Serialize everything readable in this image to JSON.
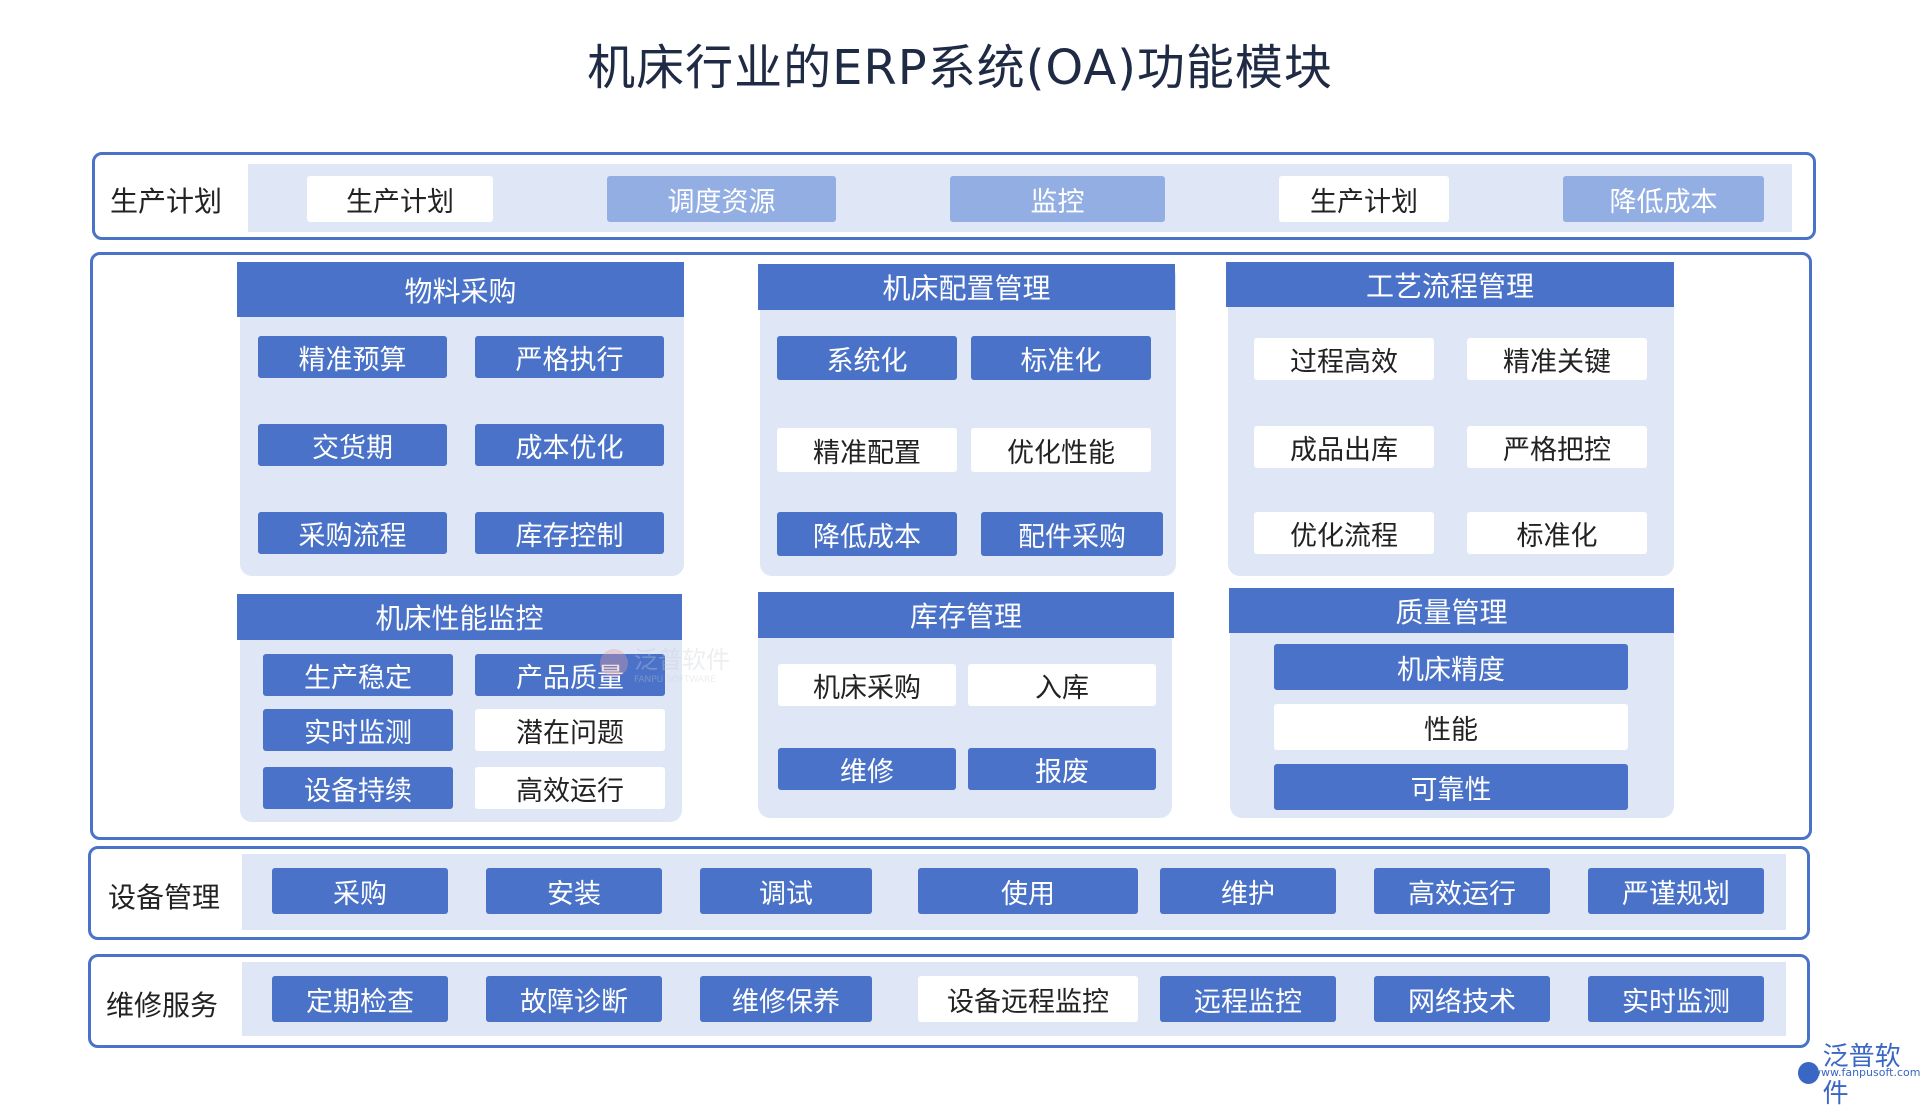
{
  "title": "机床行业的ERP系统(OA)功能模块",
  "rows": {
    "production": {
      "label": "生产计划",
      "items": [
        {
          "text": "生产计划",
          "style": "light"
        },
        {
          "text": "调度资源",
          "style": "mid"
        },
        {
          "text": "监控",
          "style": "mid"
        },
        {
          "text": "生产计划",
          "style": "light"
        },
        {
          "text": "降低成本",
          "style": "mid"
        }
      ]
    },
    "equipment": {
      "label": "设备管理",
      "items": [
        {
          "text": "采购",
          "style": "dark"
        },
        {
          "text": "安装",
          "style": "dark"
        },
        {
          "text": "调试",
          "style": "dark"
        },
        {
          "text": "使用",
          "style": "dark"
        },
        {
          "text": "维护",
          "style": "dark"
        },
        {
          "text": "高效运行",
          "style": "dark"
        },
        {
          "text": "严谨规划",
          "style": "dark"
        }
      ]
    },
    "service": {
      "label": "维修服务",
      "items": [
        {
          "text": "定期检查",
          "style": "dark"
        },
        {
          "text": "故障诊断",
          "style": "dark"
        },
        {
          "text": "维修保养",
          "style": "dark"
        },
        {
          "text": "设备远程监控",
          "style": "light"
        },
        {
          "text": "远程监控",
          "style": "dark"
        },
        {
          "text": "网络技术",
          "style": "dark"
        },
        {
          "text": "实时监测",
          "style": "dark"
        }
      ]
    }
  },
  "modules": [
    {
      "title": "物料采购",
      "items": [
        {
          "text": "精准预算",
          "style": "dark"
        },
        {
          "text": "严格执行",
          "style": "dark"
        },
        {
          "text": "交货期",
          "style": "dark"
        },
        {
          "text": "成本优化",
          "style": "dark"
        },
        {
          "text": "采购流程",
          "style": "dark"
        },
        {
          "text": "库存控制",
          "style": "dark"
        }
      ]
    },
    {
      "title": "机床配置管理",
      "items": [
        {
          "text": "系统化",
          "style": "dark"
        },
        {
          "text": "标准化",
          "style": "dark"
        },
        {
          "text": "精准配置",
          "style": "light"
        },
        {
          "text": "优化性能",
          "style": "light"
        },
        {
          "text": "降低成本",
          "style": "dark"
        },
        {
          "text": "配件采购",
          "style": "dark"
        }
      ]
    },
    {
      "title": "工艺流程管理",
      "items": [
        {
          "text": "过程高效",
          "style": "light"
        },
        {
          "text": "精准关键",
          "style": "light"
        },
        {
          "text": "成品出库",
          "style": "light"
        },
        {
          "text": "严格把控",
          "style": "light"
        },
        {
          "text": "优化流程",
          "style": "light"
        },
        {
          "text": "标准化",
          "style": "light"
        }
      ]
    },
    {
      "title": "机床性能监控",
      "items": [
        {
          "text": "生产稳定",
          "style": "dark"
        },
        {
          "text": "产品质量",
          "style": "dark"
        },
        {
          "text": "实时监测",
          "style": "dark"
        },
        {
          "text": "潜在问题",
          "style": "light"
        },
        {
          "text": "设备持续",
          "style": "dark"
        },
        {
          "text": "高效运行",
          "style": "light"
        }
      ]
    },
    {
      "title": "库存管理",
      "items": [
        {
          "text": "机床采购",
          "style": "light"
        },
        {
          "text": "入库",
          "style": "light"
        },
        {
          "text": "维修",
          "style": "dark"
        },
        {
          "text": "报废",
          "style": "dark"
        }
      ]
    },
    {
      "title": "质量管理",
      "items": [
        {
          "text": "机床精度",
          "style": "dark"
        },
        {
          "text": "性能",
          "style": "light"
        },
        {
          "text": "可靠性",
          "style": "dark"
        }
      ]
    }
  ],
  "watermark": {
    "text": "泛普软件",
    "sub": "FANPU SOFTWARE"
  },
  "logo": {
    "text": "泛普软件",
    "url": "www.fanpusoft.com"
  },
  "colors": {
    "primary": "#4a72c8",
    "mid": "#93aee2",
    "panel": "#dfe6f5",
    "border": "#4a72c8"
  }
}
